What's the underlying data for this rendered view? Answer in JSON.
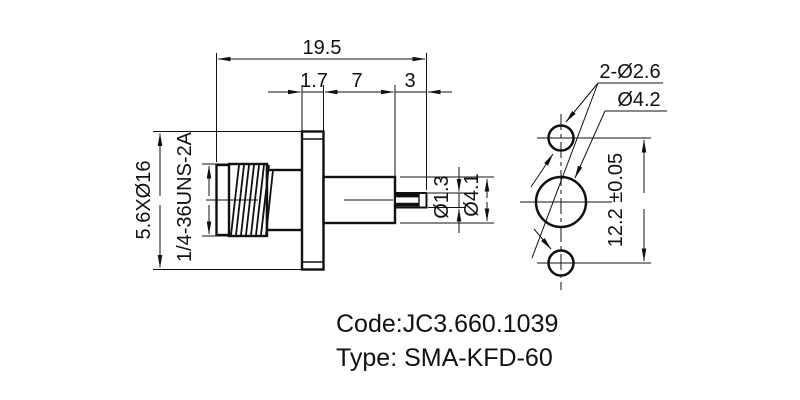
{
  "drawing": {
    "dims": {
      "overall_length": "19.5",
      "flange_thickness": "1.7",
      "mid_length": "7",
      "pin_length": "3",
      "hex_flange": "5.6XØ16",
      "thread_spec": "1/4-36UNS-2A",
      "pin_diameter": "Ø1.3",
      "insulator_diameter": "Ø4.1",
      "mount_holes": "2-Ø2.6",
      "counterbore_diameter": "Ø4.2",
      "hole_spacing": "12.2 ±0.05"
    },
    "labels": {
      "code": "Code:JC3.660.1039",
      "type": "Type: SMA-KFD-60"
    },
    "colors": {
      "line": "#111111",
      "background": "#ffffff"
    }
  }
}
